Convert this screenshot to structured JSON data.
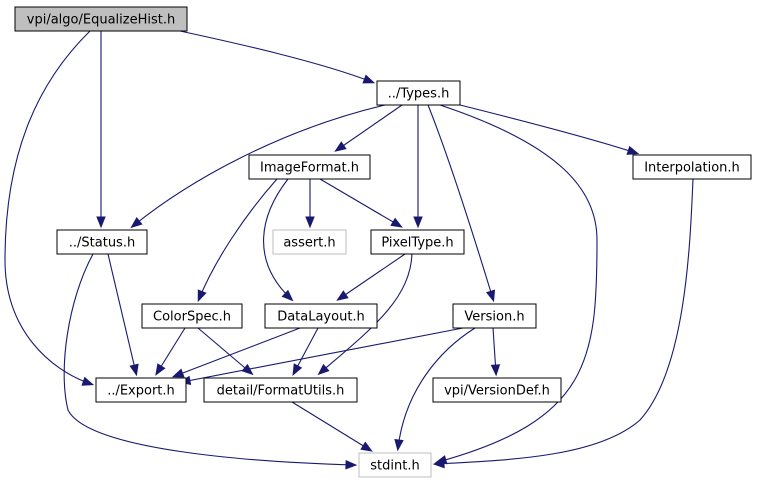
{
  "colors": {
    "edge": "#191970",
    "node_border": "#000000",
    "node_fill": "#ffffff",
    "root_fill": "#bfbfbf",
    "system_border": "#bfbfbf",
    "text": "#000000"
  },
  "nodes": [
    {
      "id": "equalize",
      "label": "vpi/algo/EqualizeHist.h",
      "style": "root"
    },
    {
      "id": "types",
      "label": "../Types.h",
      "style": "normal"
    },
    {
      "id": "imageformat",
      "label": "ImageFormat.h",
      "style": "normal"
    },
    {
      "id": "interpolation",
      "label": "Interpolation.h",
      "style": "normal"
    },
    {
      "id": "status",
      "label": "../Status.h",
      "style": "normal"
    },
    {
      "id": "assert",
      "label": "assert.h",
      "style": "system"
    },
    {
      "id": "pixeltype",
      "label": "PixelType.h",
      "style": "normal"
    },
    {
      "id": "colorspec",
      "label": "ColorSpec.h",
      "style": "normal"
    },
    {
      "id": "datalayout",
      "label": "DataLayout.h",
      "style": "normal"
    },
    {
      "id": "version",
      "label": "Version.h",
      "style": "normal"
    },
    {
      "id": "export",
      "label": "../Export.h",
      "style": "normal"
    },
    {
      "id": "formatutils",
      "label": "detail/FormatUtils.h",
      "style": "normal"
    },
    {
      "id": "versiondef",
      "label": "vpi/VersionDef.h",
      "style": "normal"
    },
    {
      "id": "stdint",
      "label": "stdint.h",
      "style": "system"
    }
  ],
  "edges": [
    {
      "from": "equalize",
      "to": "types"
    },
    {
      "from": "equalize",
      "to": "status"
    },
    {
      "from": "equalize",
      "to": "export"
    },
    {
      "from": "types",
      "to": "imageformat"
    },
    {
      "from": "types",
      "to": "interpolation"
    },
    {
      "from": "types",
      "to": "status"
    },
    {
      "from": "types",
      "to": "pixeltype"
    },
    {
      "from": "types",
      "to": "version"
    },
    {
      "from": "types",
      "to": "stdint"
    },
    {
      "from": "imageformat",
      "to": "assert"
    },
    {
      "from": "imageformat",
      "to": "pixeltype"
    },
    {
      "from": "imageformat",
      "to": "colorspec"
    },
    {
      "from": "imageformat",
      "to": "datalayout"
    },
    {
      "from": "interpolation",
      "to": "stdint"
    },
    {
      "from": "status",
      "to": "export"
    },
    {
      "from": "status",
      "to": "stdint"
    },
    {
      "from": "pixeltype",
      "to": "datalayout"
    },
    {
      "from": "pixeltype",
      "to": "formatutils"
    },
    {
      "from": "colorspec",
      "to": "export"
    },
    {
      "from": "colorspec",
      "to": "formatutils"
    },
    {
      "from": "datalayout",
      "to": "export"
    },
    {
      "from": "datalayout",
      "to": "formatutils"
    },
    {
      "from": "version",
      "to": "export"
    },
    {
      "from": "version",
      "to": "versiondef"
    },
    {
      "from": "version",
      "to": "stdint"
    },
    {
      "from": "formatutils",
      "to": "stdint"
    }
  ]
}
